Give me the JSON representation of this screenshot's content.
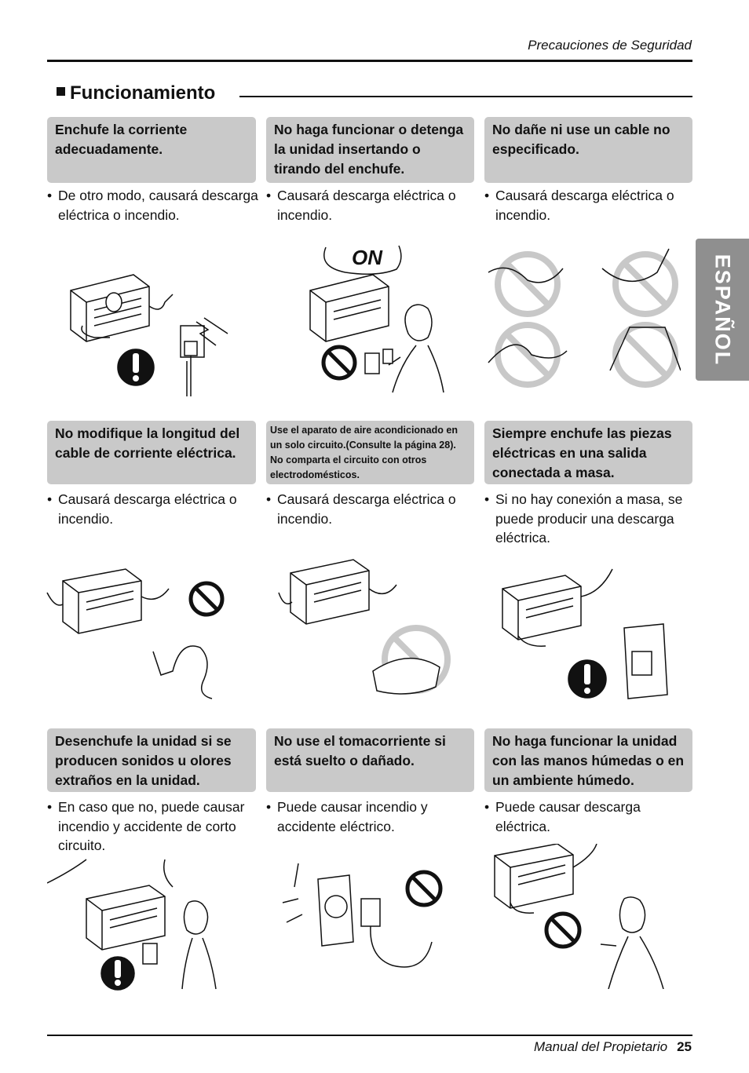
{
  "header": {
    "text": "Precauciones de Seguridad"
  },
  "section": {
    "title": "Funcionamiento"
  },
  "side_tab": {
    "label": "ESPAÑOL"
  },
  "items": [
    {
      "title": "Enchufe la corriente adecuadamente.",
      "text": "De otro modo, causará descarga eléctrica o incendio."
    },
    {
      "title": "No haga funcionar o detenga la unidad insertando o tirando del enchufe.",
      "text": "Causará descarga eléctrica o incendio.",
      "illus_label": "ON"
    },
    {
      "title": "No dañe ni use un cable no especificado.",
      "text": "Causará descarga eléctrica o incendio."
    },
    {
      "title": "No modifique la longitud del cable de corriente eléctrica.",
      "text": "Causará descarga eléctrica o incendio."
    },
    {
      "title": "Use el aparato de aire acondicionado en un solo circuito.(Consulte la página 28). No comparta el circuito con otros electrodomésticos.",
      "text": "Causará descarga eléctrica o incendio."
    },
    {
      "title": "Siempre enchufe las piezas eléctricas en una salida conectada a masa.",
      "text": "Si no hay conexión a masa, se puede producir una descarga eléctrica."
    },
    {
      "title": "Desenchufe la unidad si se producen sonidos u olores extraños en la unidad.",
      "text": "En caso que no, puede causar incendio y accidente de corto circuito."
    },
    {
      "title": "No use el tomacorriente si está suelto o dañado.",
      "text": "Puede causar incendio y accidente eléctrico."
    },
    {
      "title": "No haga funcionar la unidad con las manos húmedas o en un ambiente húmedo.",
      "text": "Puede causar descarga eléctrica."
    }
  ],
  "footer": {
    "title": "Manual del Propietario",
    "page": "25"
  }
}
